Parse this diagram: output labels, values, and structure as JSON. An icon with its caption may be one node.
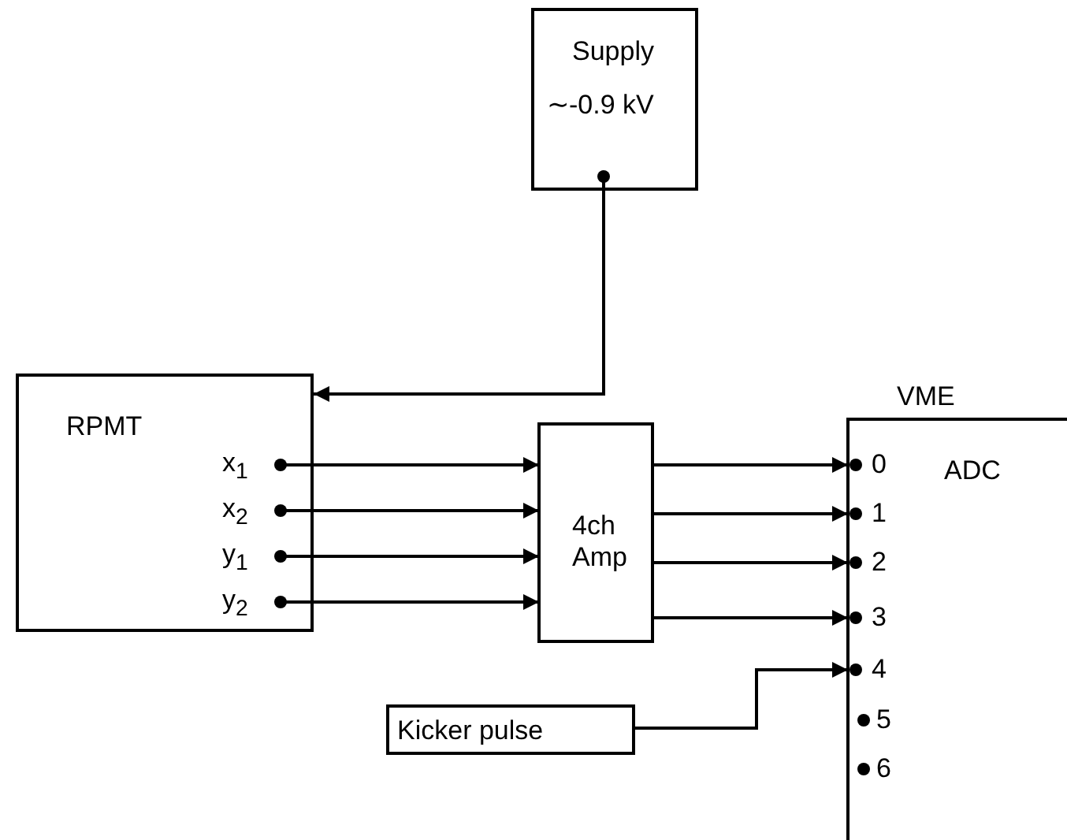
{
  "diagram": {
    "nodes": [
      {
        "text": [
          "Supply",
          "∼-0.9 kV"
        ]
      },
      {
        "text": [
          "RPMT"
        ]
      },
      {
        "text": [
          "4ch Amp"
        ]
      },
      {
        "text": [
          "VME",
          "ADC"
        ]
      },
      {
        "text": [
          "Kicker pulse"
        ]
      }
    ],
    "edges": [
      {
        "from": 0,
        "to": 1,
        "arrow": "to"
      },
      {
        "from": 1,
        "to": 2,
        "arrow": "to"
      },
      {
        "from": 1,
        "to": 2,
        "arrow": "to"
      },
      {
        "from": 1,
        "to": 2,
        "arrow": "to"
      },
      {
        "from": 1,
        "to": 2,
        "arrow": "to"
      },
      {
        "from": 2,
        "to": 3,
        "arrow": "to"
      },
      {
        "from": 2,
        "to": 3,
        "arrow": "to"
      },
      {
        "from": 2,
        "to": 3,
        "arrow": "to"
      },
      {
        "from": 2,
        "to": 3,
        "arrow": "to"
      },
      {
        "from": 4,
        "to": 3,
        "arrow": "to"
      }
    ],
    "labels": [
      "x$_{1}$",
      "x$_{2}$",
      "y$_{1}$",
      "y$_{2}$",
      "0",
      "1",
      "2",
      "3",
      "4",
      "5",
      "6"
    ]
  }
}
